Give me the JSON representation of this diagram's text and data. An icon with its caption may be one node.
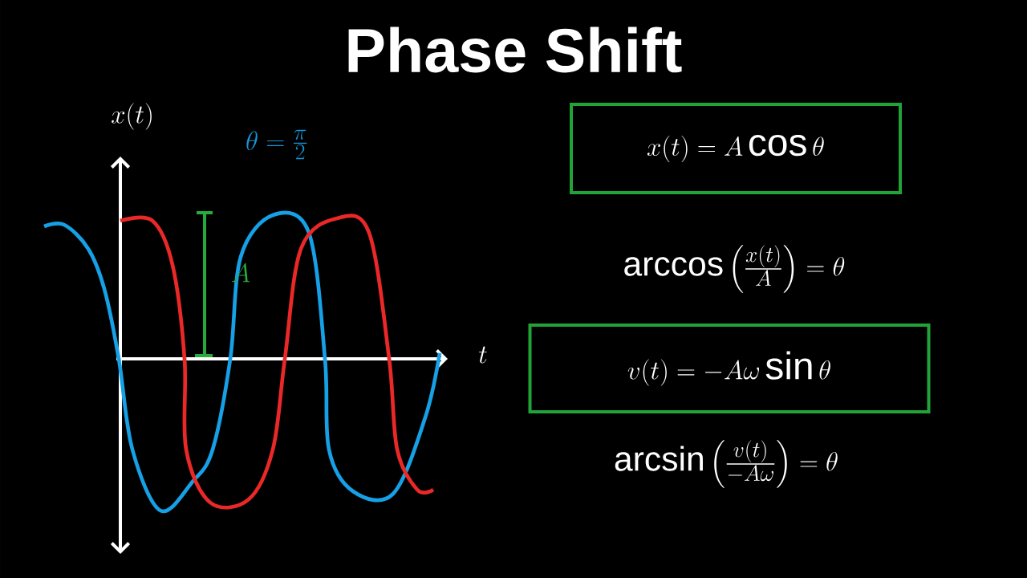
{
  "diagram": {
    "title": "Phase Shift",
    "nodes": [
      {
        "text": [
          "x(t) = A\\cos\\theta"
        ]
      },
      {
        "text": [
          "v(t) = -A\\omega\\sin\\theta"
        ]
      }
    ],
    "labels": [
      "x(t)",
      "\\theta = \\frac{\\pi}{2}",
      "A",
      "t",
      "\\arccos\\left(\\frac{x(t)}{A}\\right) = \\theta",
      "\\arcsin\\left(\\frac{v(t)}{-A\\omega}\\right) = \\theta"
    ]
  }
}
